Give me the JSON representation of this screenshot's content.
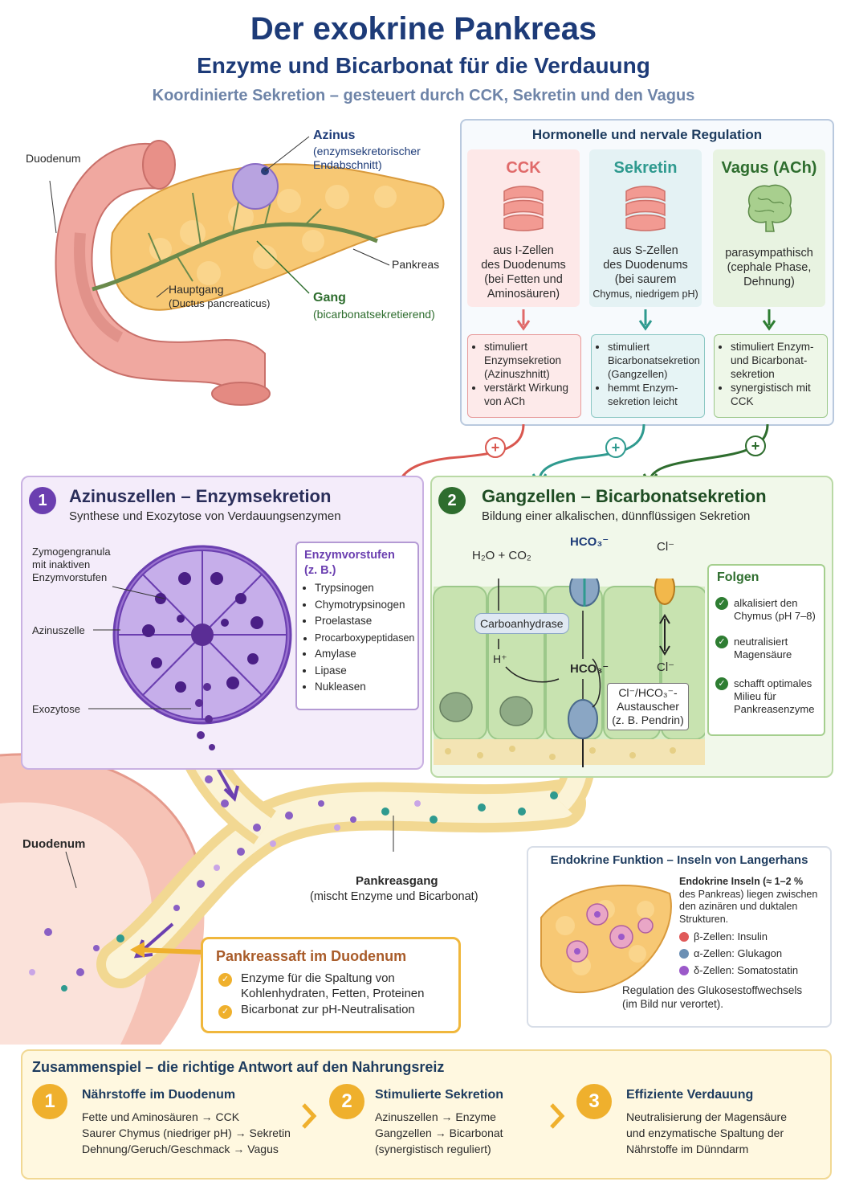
{
  "header": {
    "title": "Der exokrine Pankreas",
    "subtitle": "Enzyme und Bicarbonat für die Verdauung",
    "tagline": "Koordinierte Sekretion – gesteuert durch CCK, Sekretin und den Vagus"
  },
  "anatomy": {
    "duodenum": "Duodenum",
    "azinus_title": "Azinus",
    "azinus_desc": [
      "(enzymsekretorischer",
      "Endabschnitt)"
    ],
    "pankreas": "Pankreas",
    "hauptgang": [
      "Hauptgang",
      "(Ductus pancreaticus)"
    ],
    "gang_title": "Gang",
    "gang_desc": "(bicarbonatsekretierend)"
  },
  "regulation": {
    "title": "Hormonelle und nervale Regulation",
    "columns": [
      {
        "name": "CCK",
        "source": [
          "aus I-Zellen",
          "des Duodenums",
          "(bei Fetten und",
          "Aminosäuren)"
        ],
        "effects": [
          "stimuliert Enzymsekretion (Azinuszhnitt)",
          "verstärkt Wirkung von ACh"
        ],
        "sign": "+"
      },
      {
        "name": "Sekretin",
        "source": [
          "aus S-Zellen",
          "des Duodenums",
          "(bei saurem",
          "Chymus, niedrigem pH)"
        ],
        "effects": [
          "stimuliert Bicarbonatsekretion (Gangzellen)",
          "hemmt Enzym-sekretion leicht"
        ],
        "sign": "+"
      },
      {
        "name": "Vagus (ACh)",
        "source": [
          "parasympathisch",
          "(cephale Phase,",
          "Dehnung)"
        ],
        "effects": [
          "stimuliert Enzym- und Bicarbonat-sekretion",
          "synergistisch mit CCK"
        ],
        "sign": "+"
      }
    ],
    "colors": {
      "cck": "#e06a6a",
      "sekretin": "#2f9a8f",
      "vagus": "#2e7d32"
    }
  },
  "panel1": {
    "number": "1",
    "title": "Azinuszellen – Enzymsekretion",
    "subtitle": "Synthese und Exozytose von Verdauungsenzymen",
    "label_zymogen": [
      "Zymogengranula",
      "mit inaktiven",
      "Enzymvorstufen"
    ],
    "label_azinuszelle": "Azinuszelle",
    "label_exozytose": "Exozytose",
    "enzyme_title": [
      "Enzymvorstufen",
      "(z. B.)"
    ],
    "enzymes": [
      "Trypsinogen",
      "Chymotrypsinogen",
      "Proelastase",
      "Procarboxypeptidasen",
      "Amylase",
      "Lipase",
      "Nukleasen"
    ]
  },
  "panel2": {
    "number": "2",
    "title": "Gangzellen – Bicarbonatsekretion",
    "subtitle": "Bildung einer alkalischen, dünnflüssigen Sekretion",
    "h2o_co2": "H₂O + CO₂",
    "hco3_top": "HCO₃⁻",
    "cl_top": "Cl⁻",
    "enzyme": "Carboanhydrase",
    "h_plus": "H⁺",
    "hco3_mid": "HCO₃⁻",
    "cl_mid": "Cl⁻",
    "exchanger": [
      "Cl⁻/HCO₃⁻-",
      "Austauscher",
      "(z. B. Pendrin)"
    ],
    "folgen_title": "Folgen",
    "folgen": [
      [
        "alkalisiert den",
        "Chymus (pH 7–8)"
      ],
      [
        "neutralisiert",
        "Magensäure"
      ],
      [
        "schafft optimales",
        "Milieu für",
        "Pankreasenzyme"
      ]
    ]
  },
  "duct": {
    "duodenum": "Duodenum",
    "label": "Pankreasgang",
    "desc": "(mischt Enzyme und Bicarbonat)"
  },
  "endocrine": {
    "title": "Endokrine Funktion – Inseln von Langerhans",
    "desc": [
      "Endokrine Inseln (≈ 1–2 %",
      "des Pankreas) liegen zwischen",
      "den azinären und duktalen",
      "Strukturen."
    ],
    "cells": [
      {
        "label": "β-Zellen: Insulin",
        "color": "#e05a5a"
      },
      {
        "label": "α-Zellen: Glukagon",
        "color": "#6b8fb4"
      },
      {
        "label": "δ-Zellen: Somatostatin",
        "color": "#9b59c9"
      }
    ],
    "note": [
      "Regulation des Glukosestoffwechsels",
      "(im Bild nur verortet)."
    ]
  },
  "saft": {
    "title": "Pankreassaft im Duodenum",
    "items": [
      [
        "Enzyme für die Spaltung von",
        "Kohlenhydraten, Fetten, Proteinen"
      ],
      [
        "Bicarbonat zur pH-Neutralisation"
      ]
    ]
  },
  "summary": {
    "title": "Zusammenspiel – die richtige Antwort auf den Nahrungsreiz",
    "steps": [
      {
        "n": "1",
        "title": "Nährstoffe im Duodenum",
        "lines": [
          "Fette und Aminosäuren → CCK",
          "Saurer Chymus (niedriger pH) → Sekretin",
          "Dehnung/Geruch/Geschmack → Vagus"
        ]
      },
      {
        "n": "2",
        "title": "Stimulierte Sekretion",
        "lines": [
          "Azinuszellen → Enzyme",
          "Gangzellen → Bicarbonat",
          "(synergistisch reguliert)"
        ]
      },
      {
        "n": "3",
        "title": "Effiziente Verdauung",
        "lines": [
          "Neutralisierung der Magensäure",
          "und enzymatische Spaltung der",
          "Nährstoffe im Dünndarm"
        ]
      }
    ]
  }
}
